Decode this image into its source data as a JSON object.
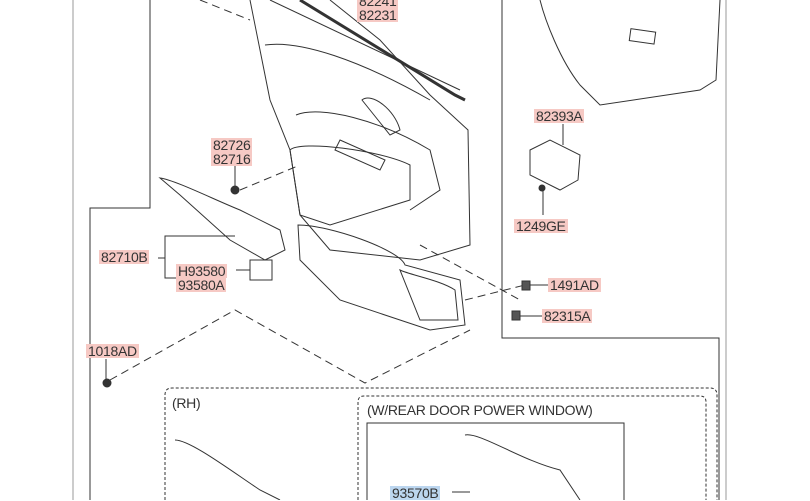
{
  "labels": {
    "p82241": "82241",
    "p82231": "82231",
    "p82726": "82726",
    "p82716": "82716",
    "p82393A": "82393A",
    "p1249GE": "1249GE",
    "p82710B": "82710B",
    "pH93580": "H93580",
    "p93580A": "93580A",
    "p1491AD": "1491AD",
    "p82315A": "82315A",
    "p1018AD": "1018AD",
    "p93570B": "93570B"
  },
  "captions": {
    "rh": "(RH)",
    "rear_power_window": "(W/REAR DOOR POWER WINDOW)"
  },
  "colors": {
    "highlight": "#f6c9c4",
    "highlight_blue": "#bcd6ef",
    "line": "#333333"
  }
}
